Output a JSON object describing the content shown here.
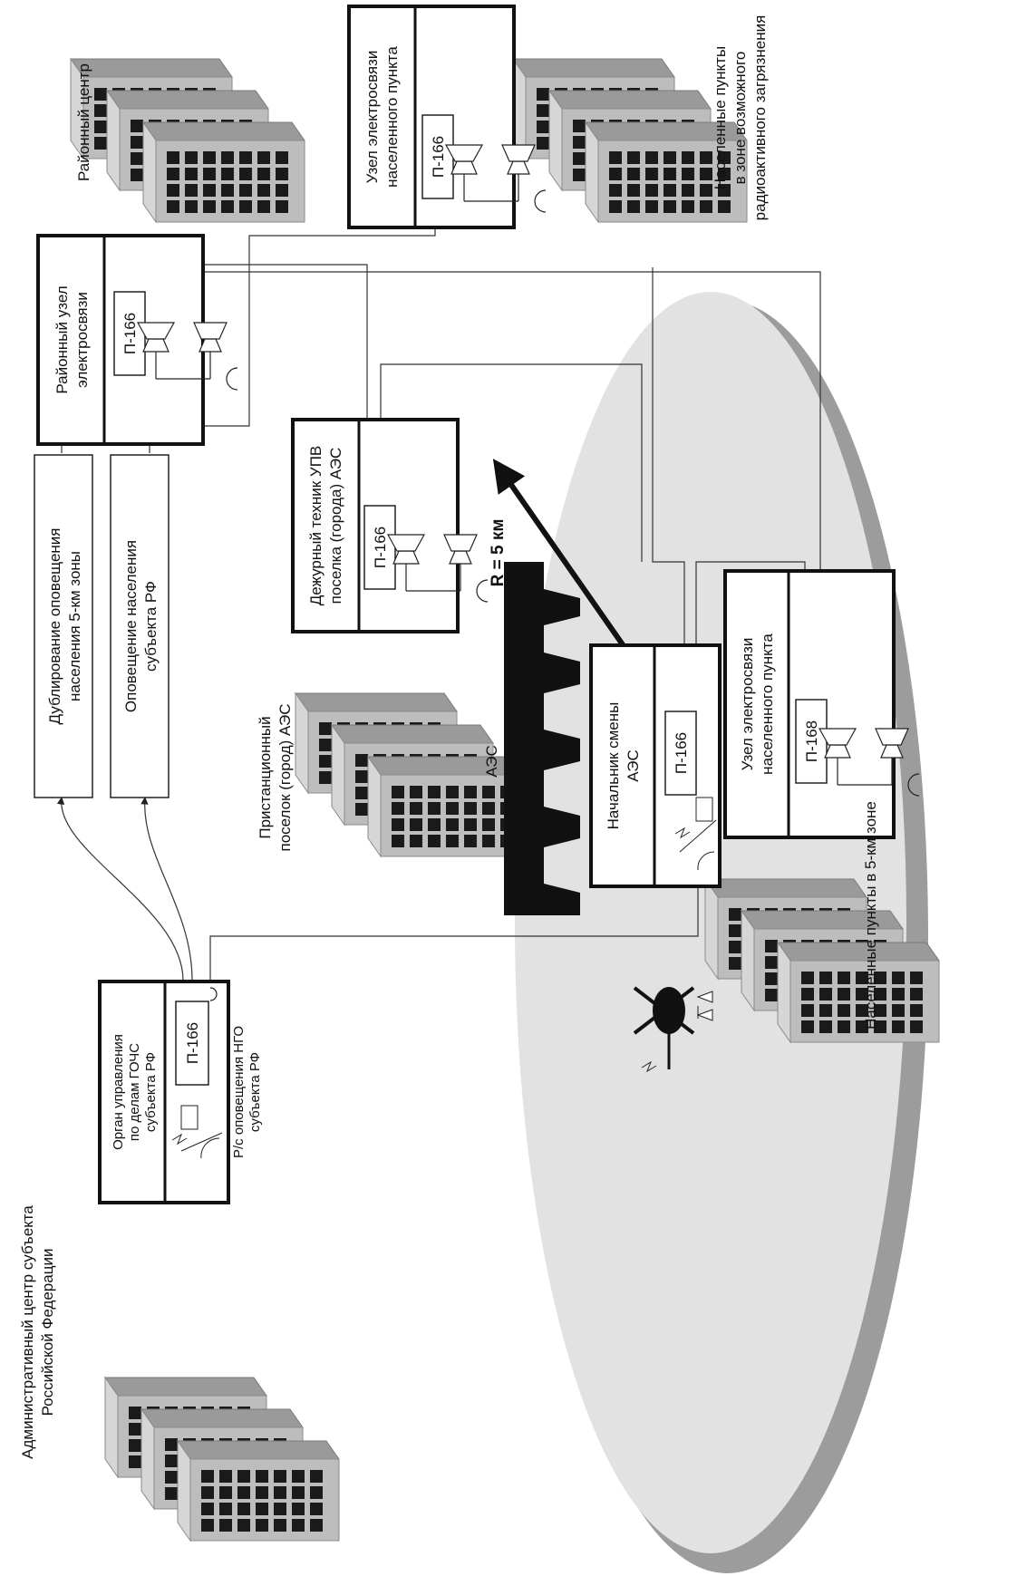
{
  "labels": {
    "admin_center_line1": "Административный центр субъекта",
    "admin_center_line2": "Российской Федерации",
    "district_center": "Районный центр",
    "station_town_line1": "Пристанционный",
    "station_town_line2": "поселок (город) АЭС",
    "settlements_5km": "Населенные пункты в 5-км зоне",
    "settlements_zone_line1": "Населенные пункты",
    "settlements_zone_line2": "в зоне возможного",
    "settlements_zone_line3": "радиоактивного загрязнения",
    "aes": "АЭС",
    "radius": "R = 5 км",
    "rs_line1": "Р/с оповещения НГО",
    "rs_line2": "субъекта РФ"
  },
  "boxes": {
    "goch_line1": "Орган управления",
    "goch_line2": "по делам ГОЧС",
    "goch_line3": "субъекта РФ",
    "dub_line1": "Дублирование оповещения",
    "dub_line2": "населения 5-км зоны",
    "opov_line1": "Оповещение населения",
    "opov_line2": "субъекта РФ",
    "district_node_line1": "Районный узел",
    "district_node_line2": "электросвязи",
    "local_node_line1": "Узел электросвязи",
    "local_node_line2": "населенного пункта",
    "duty_line1": "Дежурный техник УПВ",
    "duty_line2": "поселка (города) АЭС",
    "shift_line1": "Начальник смены",
    "shift_line2": "АЭС",
    "inzone_node_line1": "Узел электросвязи",
    "inzone_node_line2": "населенного пункта"
  },
  "devices": {
    "p166": "П-166",
    "p168": "П-168"
  }
}
